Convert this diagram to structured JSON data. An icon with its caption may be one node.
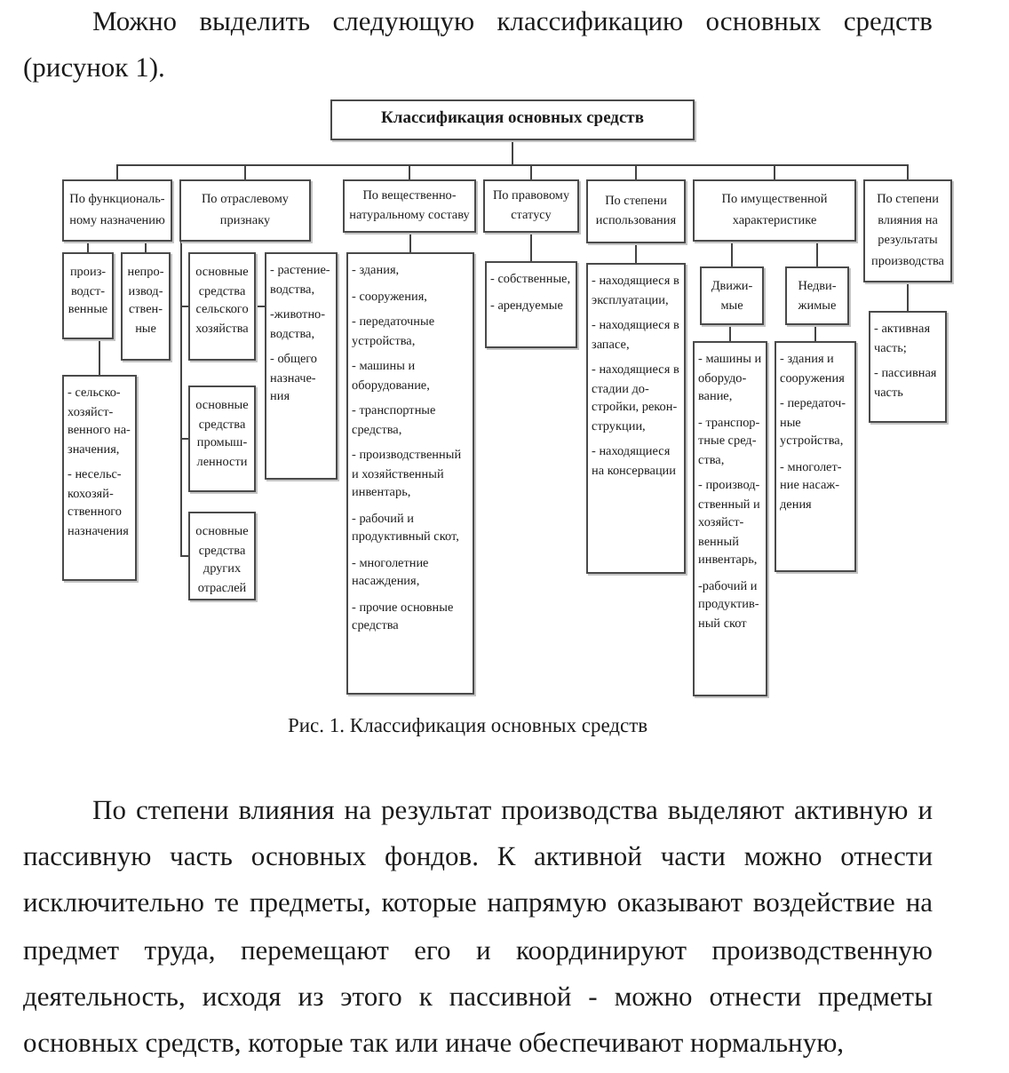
{
  "diagram": {
    "caption": "Рис. 1. Классификация основных средств",
    "nodes": [
      {
        "text": [
          "Классификация основных средств"
        ]
      },
      {
        "text": [
          "По функциональ-ному назначению"
        ]
      },
      {
        "text": [
          "произ-водст-венные"
        ]
      },
      {
        "text": [
          "непро-извод-ствен-ные"
        ]
      },
      {
        "text": [
          "- сельско-хозяйст-венного на-значения,",
          "- несельс-кохозяй-ственного назначения"
        ]
      },
      {
        "text": [
          "По отраслевому признаку"
        ]
      },
      {
        "text": [
          "основные средства сельского хозяйства"
        ]
      },
      {
        "text": [
          "- растение-водства,",
          "-животно-водства,",
          "- общего назначе-ния"
        ]
      },
      {
        "text": [
          "основные средства промыш-ленности"
        ]
      },
      {
        "text": [
          "основные средства других отраслей"
        ]
      },
      {
        "text": [
          "По вещественно-натуральному составу"
        ]
      },
      {
        "text": [
          "- здания,",
          "- сооружения,",
          "- передаточные устройства,",
          "- машины и оборудование,",
          "- транспортные средства,",
          "- производственный и хозяйственный инвентарь,",
          "- рабочий и продуктивный скот,",
          "- многолетние насаждения,",
          "- прочие основные средства"
        ]
      },
      {
        "text": [
          "По правовому статусу"
        ]
      },
      {
        "text": [
          "- собственные,",
          "- арендуемые"
        ]
      },
      {
        "text": [
          "По степени использования"
        ]
      },
      {
        "text": [
          "- находящиеся в эксплуатации,",
          "- находящиеся в запасе,",
          "- находящиеся в стадии до-стройки, рекон-струкции,",
          "- находящиеся на консервации"
        ]
      },
      {
        "text": [
          "По имущественной характеристике"
        ]
      },
      {
        "text": [
          "Движи-мые"
        ]
      },
      {
        "text": [
          "Недви-жимые"
        ]
      },
      {
        "text": [
          "- машины и оборудо-вание,",
          "- транспор-тные сред-ства,",
          "- производ-ственный и хозяйст-венный инвентарь,",
          "-рабочий и продуктив-ный скот"
        ]
      },
      {
        "text": [
          "- здания и сооружения",
          "- передаточ-ные устройства,",
          "- многолет-ние насаж-дения"
        ]
      },
      {
        "text": [
          "По степени влияния на результаты производства"
        ]
      },
      {
        "text": [
          "- активная часть;",
          "- пассивная часть"
        ]
      }
    ],
    "edges": [
      {
        "from": 0,
        "to": 1,
        "arrow": "none"
      },
      {
        "from": 0,
        "to": 5,
        "arrow": "none"
      },
      {
        "from": 0,
        "to": 10,
        "arrow": "none"
      },
      {
        "from": 0,
        "to": 12,
        "arrow": "none"
      },
      {
        "from": 0,
        "to": 14,
        "arrow": "none"
      },
      {
        "from": 0,
        "to": 16,
        "arrow": "none"
      },
      {
        "from": 0,
        "to": 21,
        "arrow": "none"
      },
      {
        "from": 1,
        "to": 2,
        "arrow": "none"
      },
      {
        "from": 1,
        "to": 3,
        "arrow": "none"
      },
      {
        "from": 2,
        "to": 4,
        "arrow": "none"
      },
      {
        "from": 5,
        "to": 6,
        "arrow": "none"
      },
      {
        "from": 5,
        "to": 8,
        "arrow": "none"
      },
      {
        "from": 5,
        "to": 9,
        "arrow": "none"
      },
      {
        "from": 6,
        "to": 7,
        "arrow": "none"
      },
      {
        "from": 10,
        "to": 11,
        "arrow": "none"
      },
      {
        "from": 12,
        "to": 13,
        "arrow": "none"
      },
      {
        "from": 14,
        "to": 15,
        "arrow": "none"
      },
      {
        "from": 16,
        "to": 17,
        "arrow": "none"
      },
      {
        "from": 16,
        "to": 18,
        "arrow": "none"
      },
      {
        "from": 17,
        "to": 19,
        "arrow": "none"
      },
      {
        "from": 18,
        "to": 20,
        "arrow": "none"
      },
      {
        "from": 21,
        "to": 22,
        "arrow": "none"
      }
    ],
    "labels": [
      "Можно выделить следующую классификацию основных средств (рисунок 1).",
      "По степени влияния на результат производства выделяют активную и пассивную часть основных фондов. К активной части можно отнести исключительно те предметы, которые напрямую оказывают воздействие на предмет труда, перемещают его и координируют производственную деятельность, исходя из этого к пассивной - можно отнести предметы основных средств, которые так или иначе обеспечивают нормальную,"
    ]
  }
}
